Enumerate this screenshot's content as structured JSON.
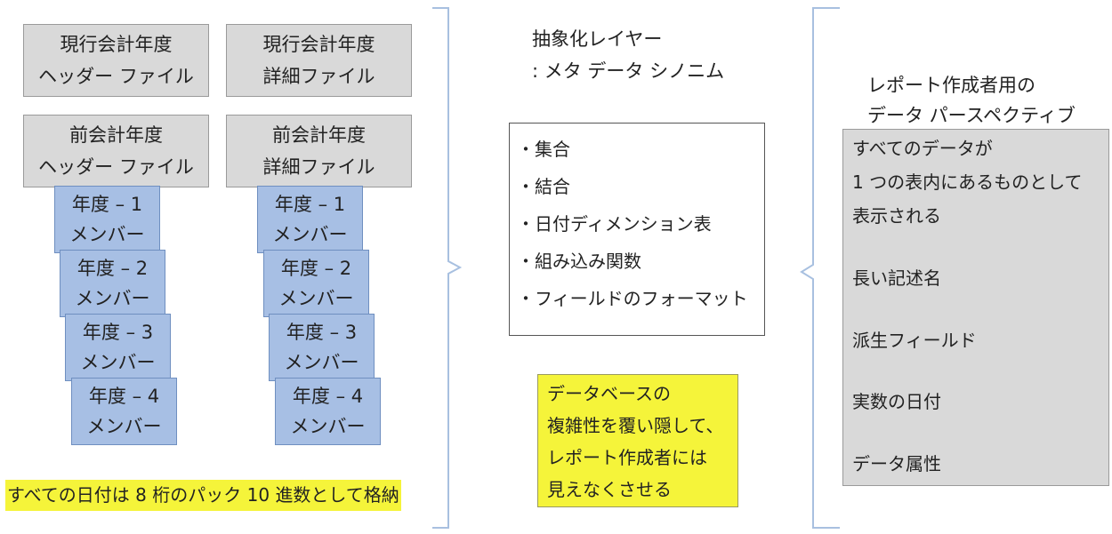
{
  "left": {
    "current_header": [
      "現行会計年度",
      "ヘッダー ファイル"
    ],
    "current_detail": [
      "現行会計年度",
      "詳細ファイル"
    ],
    "prior_header": [
      "前会計年度",
      "ヘッダー ファイル"
    ],
    "prior_detail": [
      "前会計年度",
      "詳細ファイル"
    ],
    "members": [
      {
        "year": "年度 – 1",
        "label": "メンバー"
      },
      {
        "year": "年度 – 2",
        "label": "メンバー"
      },
      {
        "year": "年度 – 3",
        "label": "メンバー"
      },
      {
        "year": "年度 – 4",
        "label": "メンバー"
      }
    ],
    "footnote": "すべての日付は 8 桁のパック 10 進数として格納"
  },
  "middle": {
    "title": [
      "抽象化レイヤー",
      ": メタ データ シノニム"
    ],
    "items": [
      "・集合",
      "・結合",
      "・日付ディメンション表",
      "・組み込み関数",
      "・フィールドのフォーマット"
    ],
    "note": [
      "データベースの",
      "複雑性を覆い隠して、",
      "レポート作成者には",
      "見えなくさせる"
    ]
  },
  "right": {
    "title": [
      "レポート作成者用の",
      "データ パースペクティブ"
    ],
    "items": [
      "すべてのデータが",
      "1 つの表内にあるものとして",
      "表示される",
      "長い記述名",
      "派生フィールド",
      "実数の日付",
      "データ属性"
    ]
  },
  "colors": {
    "gray_box": "#d9d9d9",
    "blue_box": "#a7bfe4",
    "yellow_highlight": "#f5f43a",
    "bracket": "#a8c0e0"
  }
}
